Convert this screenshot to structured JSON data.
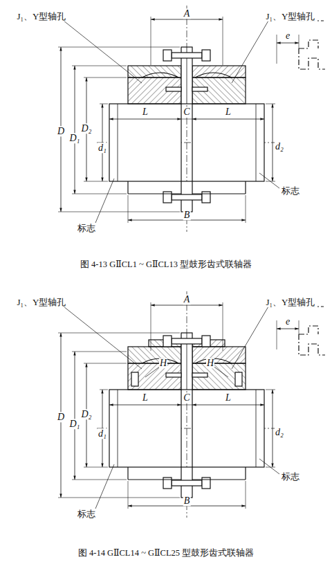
{
  "diagram": {
    "labels": [
      "J₁、Y型轴孔",
      "A",
      "J₁、Y型轴孔",
      "e",
      "D",
      "D₁",
      "D₂",
      "d₁",
      "L",
      "C",
      "L",
      "d₂",
      "标志",
      "B",
      "标志",
      "图 4-13  GⅡCL1 ~ GⅡCL13 型鼓形齿式联轴器",
      "J₁、Y型轴孔",
      "A",
      "J₁、Y型轴孔",
      "e",
      "D",
      "D₁",
      "D₂",
      "d₁",
      "H",
      "H",
      "L",
      "C",
      "L",
      "d₂",
      "标志",
      "B",
      "标志",
      "图 4-14  GⅡCL14 ~ GⅡCL25 型鼓形齿式联轴器"
    ]
  }
}
